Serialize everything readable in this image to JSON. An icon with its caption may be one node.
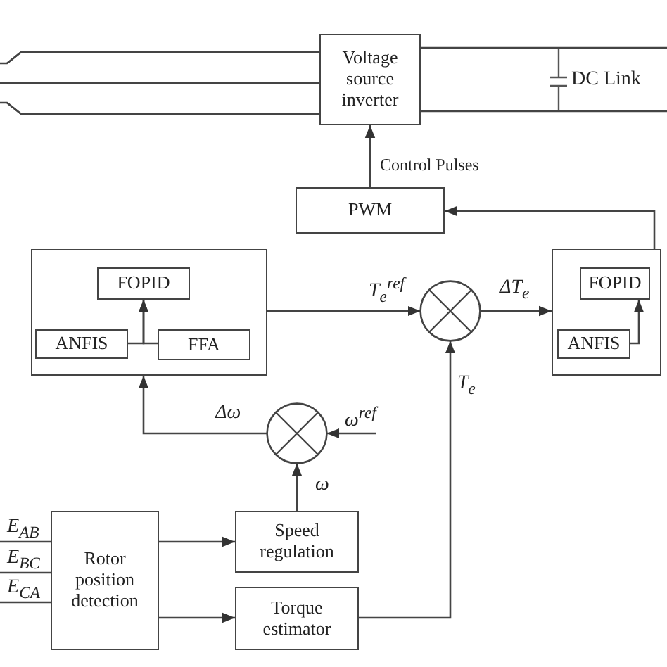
{
  "diagram": {
    "nodes": [
      {
        "text": [
          "Voltage source inverter"
        ]
      },
      {
        "text": [
          "PWM"
        ]
      },
      {
        "text": [],
        "shape": "box"
      },
      {
        "text": [
          "FOPID"
        ],
        "in": 2
      },
      {
        "text": [
          "ANFIS"
        ],
        "in": 2
      },
      {
        "text": [
          "FFA"
        ],
        "in": 2
      },
      {
        "text": [],
        "shape": "circle"
      },
      {
        "text": [],
        "shape": "box"
      },
      {
        "text": [
          "FOPID"
        ],
        "in": 7
      },
      {
        "text": [
          "ANFIS"
        ],
        "in": 7
      },
      {
        "text": [],
        "shape": "circle"
      },
      {
        "text": [
          "Rotor position detection"
        ]
      },
      {
        "text": [
          "Speed regulation"
        ]
      },
      {
        "text": [
          "Torque estimator"
        ]
      }
    ],
    "edges": [
      {
        "from": null,
        "to": 0,
        "arrow": "none"
      },
      {
        "from": null,
        "to": 0,
        "arrow": "none"
      },
      {
        "from": null,
        "to": 0,
        "arrow": "none"
      },
      {
        "from": 0,
        "to": null,
        "arrow": "none"
      },
      {
        "from": 0,
        "to": null,
        "arrow": "none"
      },
      {
        "from": 1,
        "to": 0,
        "arrow": "to",
        "label": "Control Pulses"
      },
      {
        "from": 7,
        "to": 1,
        "arrow": "to"
      },
      {
        "from": 4,
        "to": 3,
        "arrow": "to"
      },
      {
        "from": 5,
        "to": 3,
        "arrow": "to"
      },
      {
        "from": 2,
        "to": 6,
        "arrow": "to",
        "label": "T$_{e}$$^{ref}$"
      },
      {
        "from": 6,
        "to": 7,
        "arrow": "to",
        "label": "ΔT$_{e}$"
      },
      {
        "from": 9,
        "to": 8,
        "arrow": "to"
      },
      {
        "from": 13,
        "to": 6,
        "arrow": "to",
        "label": "T$_{e}$"
      },
      {
        "from": null,
        "to": 10,
        "arrow": "to",
        "label": "ω$^{ref}$"
      },
      {
        "from": 10,
        "to": 2,
        "arrow": "to",
        "label": "Δω"
      },
      {
        "from": 12,
        "to": 10,
        "arrow": "to",
        "label": "ω"
      },
      {
        "from": 11,
        "to": 12,
        "arrow": "to"
      },
      {
        "from": 11,
        "to": 13,
        "arrow": "to"
      },
      {
        "from": null,
        "to": 11,
        "arrow": "none",
        "label": "E$_{AB}$"
      },
      {
        "from": null,
        "to": 11,
        "arrow": "none",
        "label": "E$_{BC}$"
      },
      {
        "from": null,
        "to": 11,
        "arrow": "none",
        "label": "E$_{CA}$"
      }
    ],
    "labels": [
      "DC Link"
    ]
  }
}
